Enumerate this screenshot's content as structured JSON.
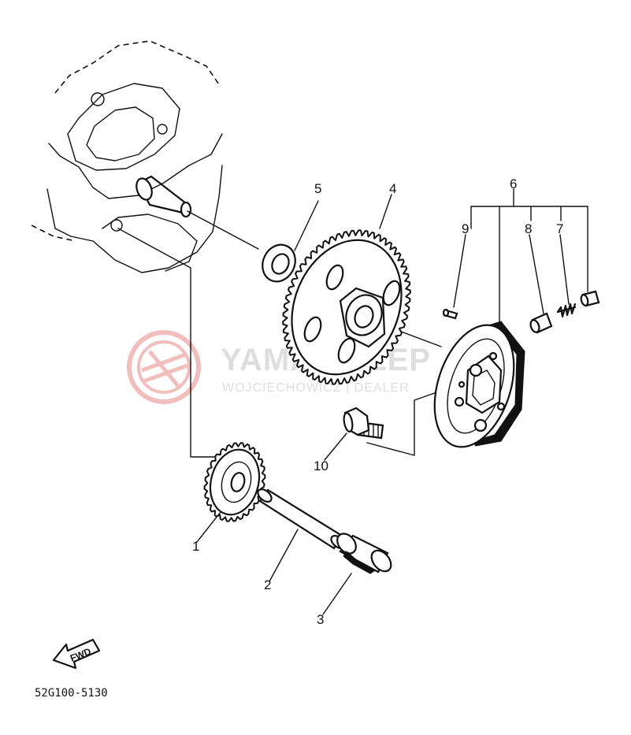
{
  "diagram_code": "52G100-5130",
  "watermark": {
    "brand": "YAMA SKLEP",
    "subline": "WOJCIECHOWICZ | DEALER"
  },
  "forward_marker": "FWD",
  "callouts": {
    "c1": "1",
    "c2": "2",
    "c3": "3",
    "c4": "4",
    "c5": "5",
    "c6": "6",
    "c7": "7",
    "c8": "8",
    "c9": "9",
    "c10": "10"
  },
  "colors": {
    "ink": "#111111",
    "watermark_red": "#e8a0a0",
    "watermark_gray": "#d9d9d9"
  }
}
